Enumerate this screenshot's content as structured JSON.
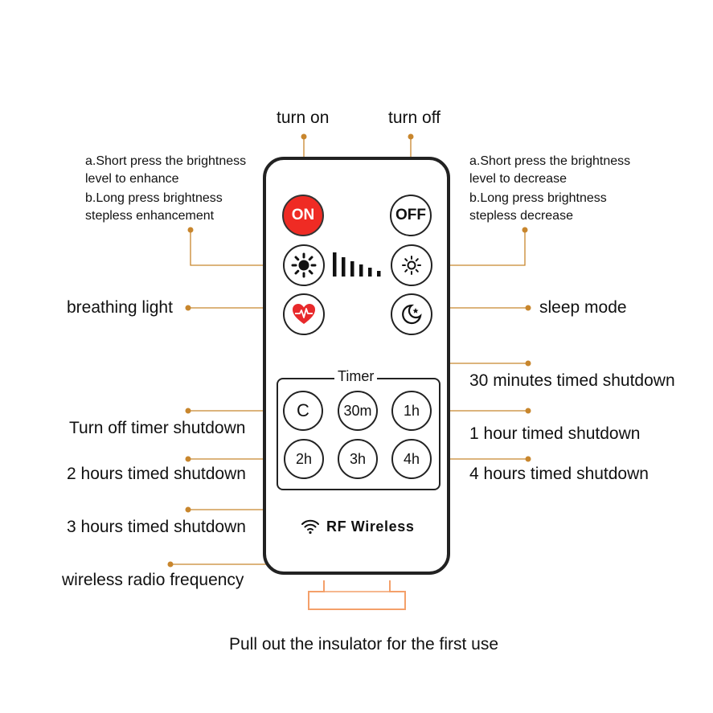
{
  "labels": {
    "turn_on": "turn on",
    "turn_off": "turn off",
    "brightness_up_a": "a.Short press the brightness",
    "brightness_up_a2": "level to enhance",
    "brightness_up_b": "b.Long press brightness",
    "brightness_up_b2": "stepless enhancement",
    "brightness_down_a": "a.Short press the brightness",
    "brightness_down_a2": "level to decrease",
    "brightness_down_b": "b.Long press brightness",
    "brightness_down_b2": "stepless decrease",
    "breathing": "breathing light",
    "sleep": "sleep mode",
    "timer_30m": "30 minutes timed shutdown",
    "timer_off": "Turn off timer shutdown",
    "timer_1h": "1 hour timed shutdown",
    "timer_2h": "2 hours timed shutdown",
    "timer_4h": "4 hours timed shutdown",
    "timer_3h": "3 hours timed shutdown",
    "wireless": "wireless radio frequency",
    "insulator": "Pull out the insulator for the first use"
  },
  "remote": {
    "on_label": "ON",
    "off_label": "OFF",
    "timer_title": "Timer",
    "timer_buttons": [
      "C",
      "30m",
      "1h",
      "2h",
      "3h",
      "4h"
    ],
    "rf_label": "RF Wireless"
  },
  "colors": {
    "accent_dot": "#c8862d",
    "on_red": "#ef2b24",
    "insulator": "#f4a06a"
  },
  "icons": {
    "brightness_up": "sun-large-icon",
    "brightness_down": "sun-small-icon",
    "breathing": "heart-pulse-icon",
    "sleep": "moon-star-icon",
    "wireless": "wifi-icon"
  }
}
